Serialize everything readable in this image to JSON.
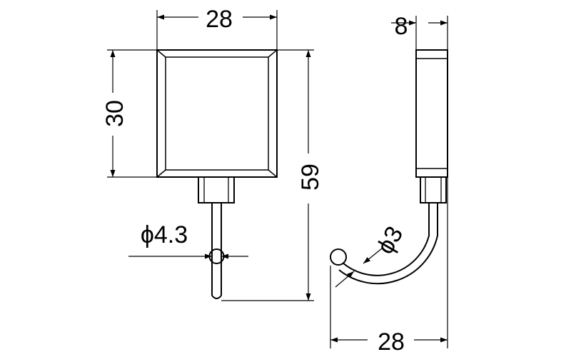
{
  "dimensions": {
    "front_width": "28",
    "plate_height": "30",
    "overall_height": "59",
    "rod_diameter": "ϕ4.3",
    "side_thickness": "8",
    "hook_wire_diameter": "ϕ3",
    "hook_projection": "28"
  },
  "colors": {
    "line": "#000000",
    "background": "#ffffff"
  }
}
